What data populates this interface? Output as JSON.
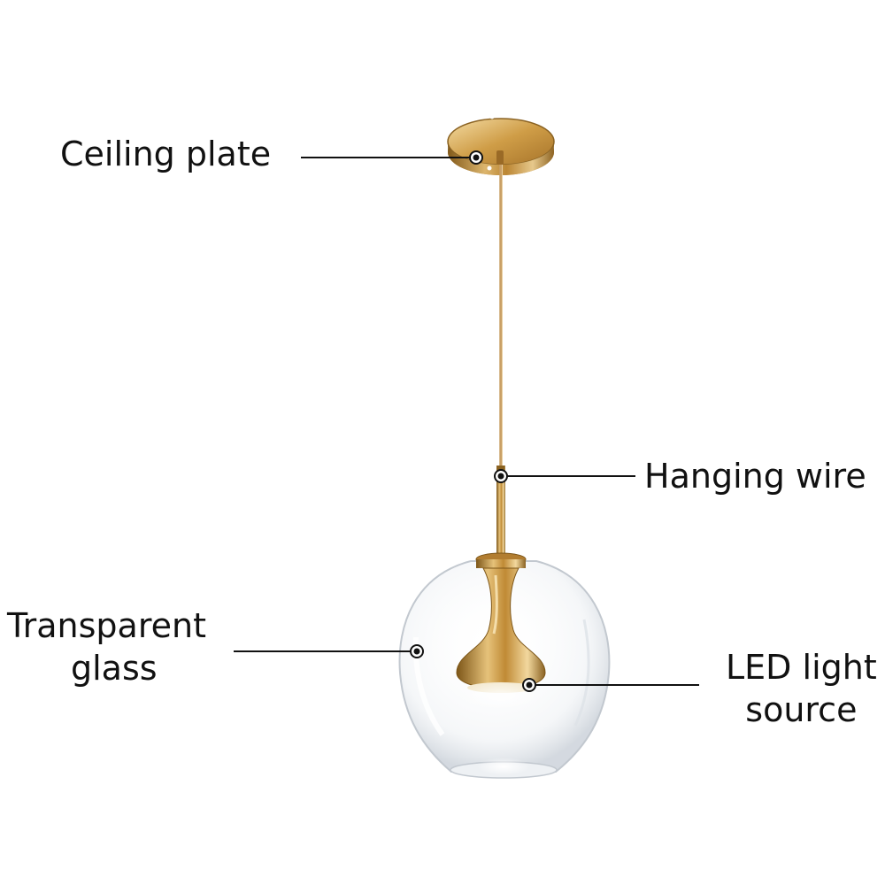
{
  "labels": {
    "ceiling_plate": "Ceiling plate",
    "hanging_wire": "Hanging wire",
    "transparent_glass": [
      "Transparent",
      "glass"
    ],
    "led_light_source": [
      "LED light",
      "source"
    ]
  },
  "colors": {
    "gold": "#c99a45",
    "gold_dark": "#8a6222",
    "gold_light": "#f0d49a",
    "line": "#111111",
    "glass_edge": "#c9ced4"
  }
}
